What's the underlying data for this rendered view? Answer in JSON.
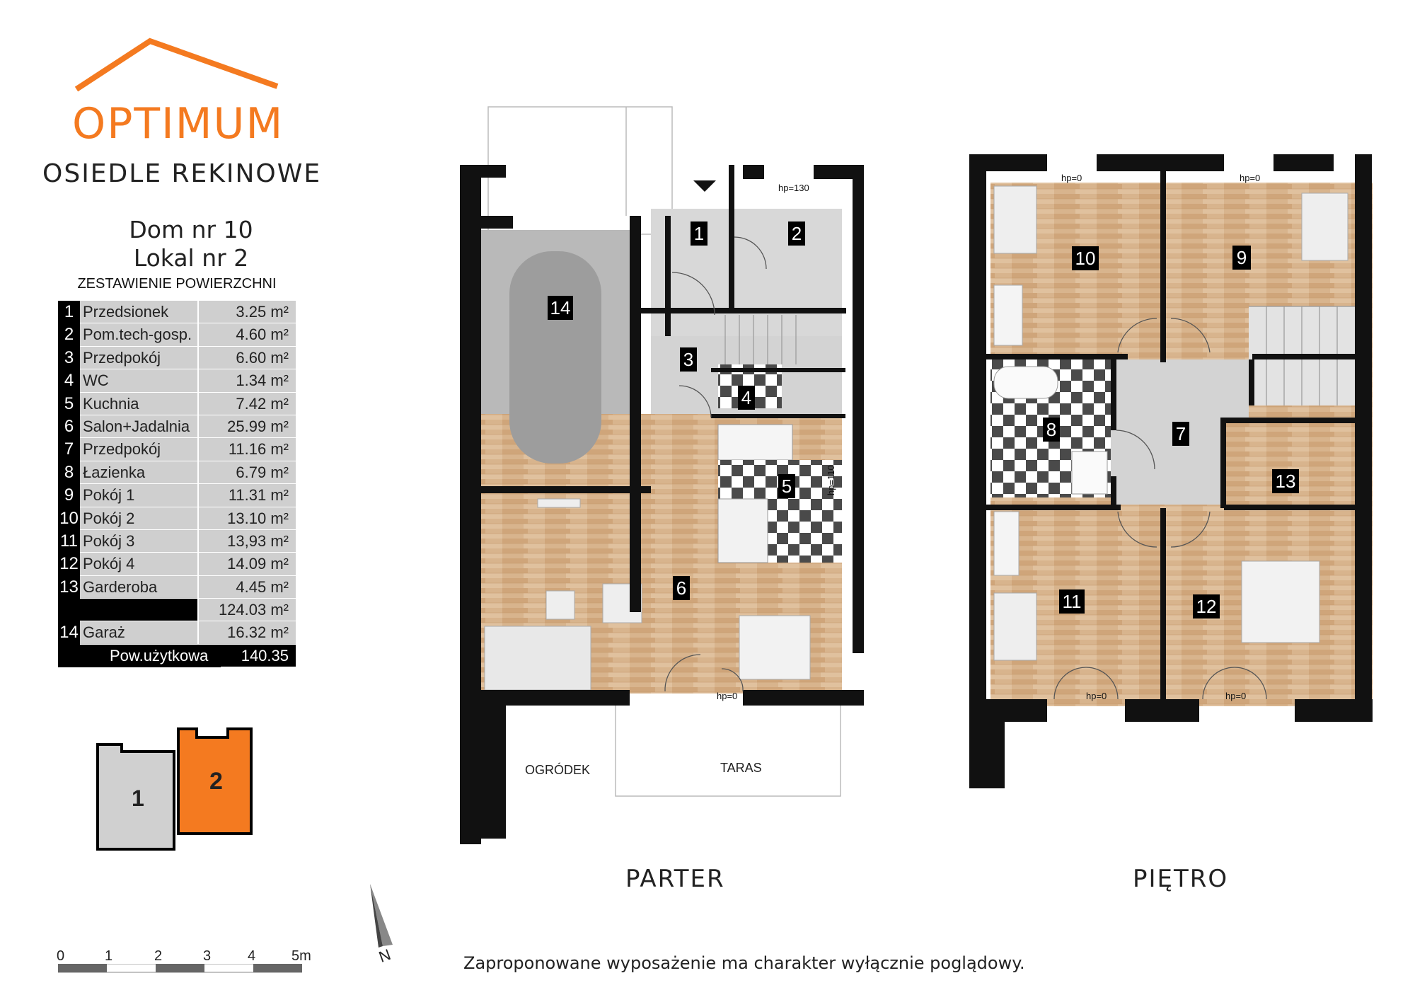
{
  "brand": {
    "name": "OPTIMUM",
    "accent_color": "#f47a20"
  },
  "estate": "OSIEDLE REKINOWE",
  "house": {
    "number": "Dom nr 10",
    "unit": "Lokal nr 2"
  },
  "summary_title": "ZESTAWIENIE POWIERZCHNI",
  "rooms": [
    {
      "num": "1",
      "name": "Przedsionek",
      "area": "3.25 m²"
    },
    {
      "num": "2",
      "name": "Pom.tech-gosp.",
      "area": "4.60 m²"
    },
    {
      "num": "3",
      "name": "Przedpokój",
      "area": "6.60 m²"
    },
    {
      "num": "4",
      "name": "WC",
      "area": "1.34 m²"
    },
    {
      "num": "5",
      "name": "Kuchnia",
      "area": "7.42 m²"
    },
    {
      "num": "6",
      "name": "Salon+Jadalnia",
      "area": "25.99 m²"
    },
    {
      "num": "7",
      "name": "Przedpokój",
      "area": "11.16 m²"
    },
    {
      "num": "8",
      "name": "Łazienka",
      "area": "6.79 m²"
    },
    {
      "num": "9",
      "name": "Pokój 1",
      "area": "11.31 m²"
    },
    {
      "num": "10",
      "name": "Pokój 2",
      "area": "13.10 m²"
    },
    {
      "num": "11",
      "name": "Pokój 3",
      "area": "13,93 m²"
    },
    {
      "num": "12",
      "name": "Pokój 4",
      "area": "14.09 m²"
    },
    {
      "num": "13",
      "name": "Garderoba",
      "area": "4.45 m²"
    }
  ],
  "subtotal": "124.03 m²",
  "garage": {
    "num": "14",
    "name": "Garaż",
    "area": "16.32 m²"
  },
  "usable": {
    "label": "Pow.użytkowa",
    "area": "140.35 m²"
  },
  "key_plan": {
    "unit_1": "1",
    "unit_2": "2",
    "highlight_color": "#f47a20"
  },
  "floors": {
    "ground": "PARTER",
    "upper": "PIĘTRO"
  },
  "outdoor": {
    "garden": "OGRÓDEK",
    "terrace": "TARAS"
  },
  "heights": {
    "hp130": "hp=130",
    "hp110": "hp=110",
    "hp0": "hp=0"
  },
  "ground_labels": [
    "1",
    "2",
    "3",
    "4",
    "5",
    "6",
    "14"
  ],
  "upper_labels": [
    "7",
    "8",
    "9",
    "10",
    "11",
    "12",
    "13"
  ],
  "scale": {
    "ticks": [
      "0",
      "1",
      "2",
      "3",
      "4"
    ],
    "end": "5m"
  },
  "north": "N",
  "disclaimer": "Zaproponowane wyposażenie ma charakter wyłącznie poglądowy."
}
